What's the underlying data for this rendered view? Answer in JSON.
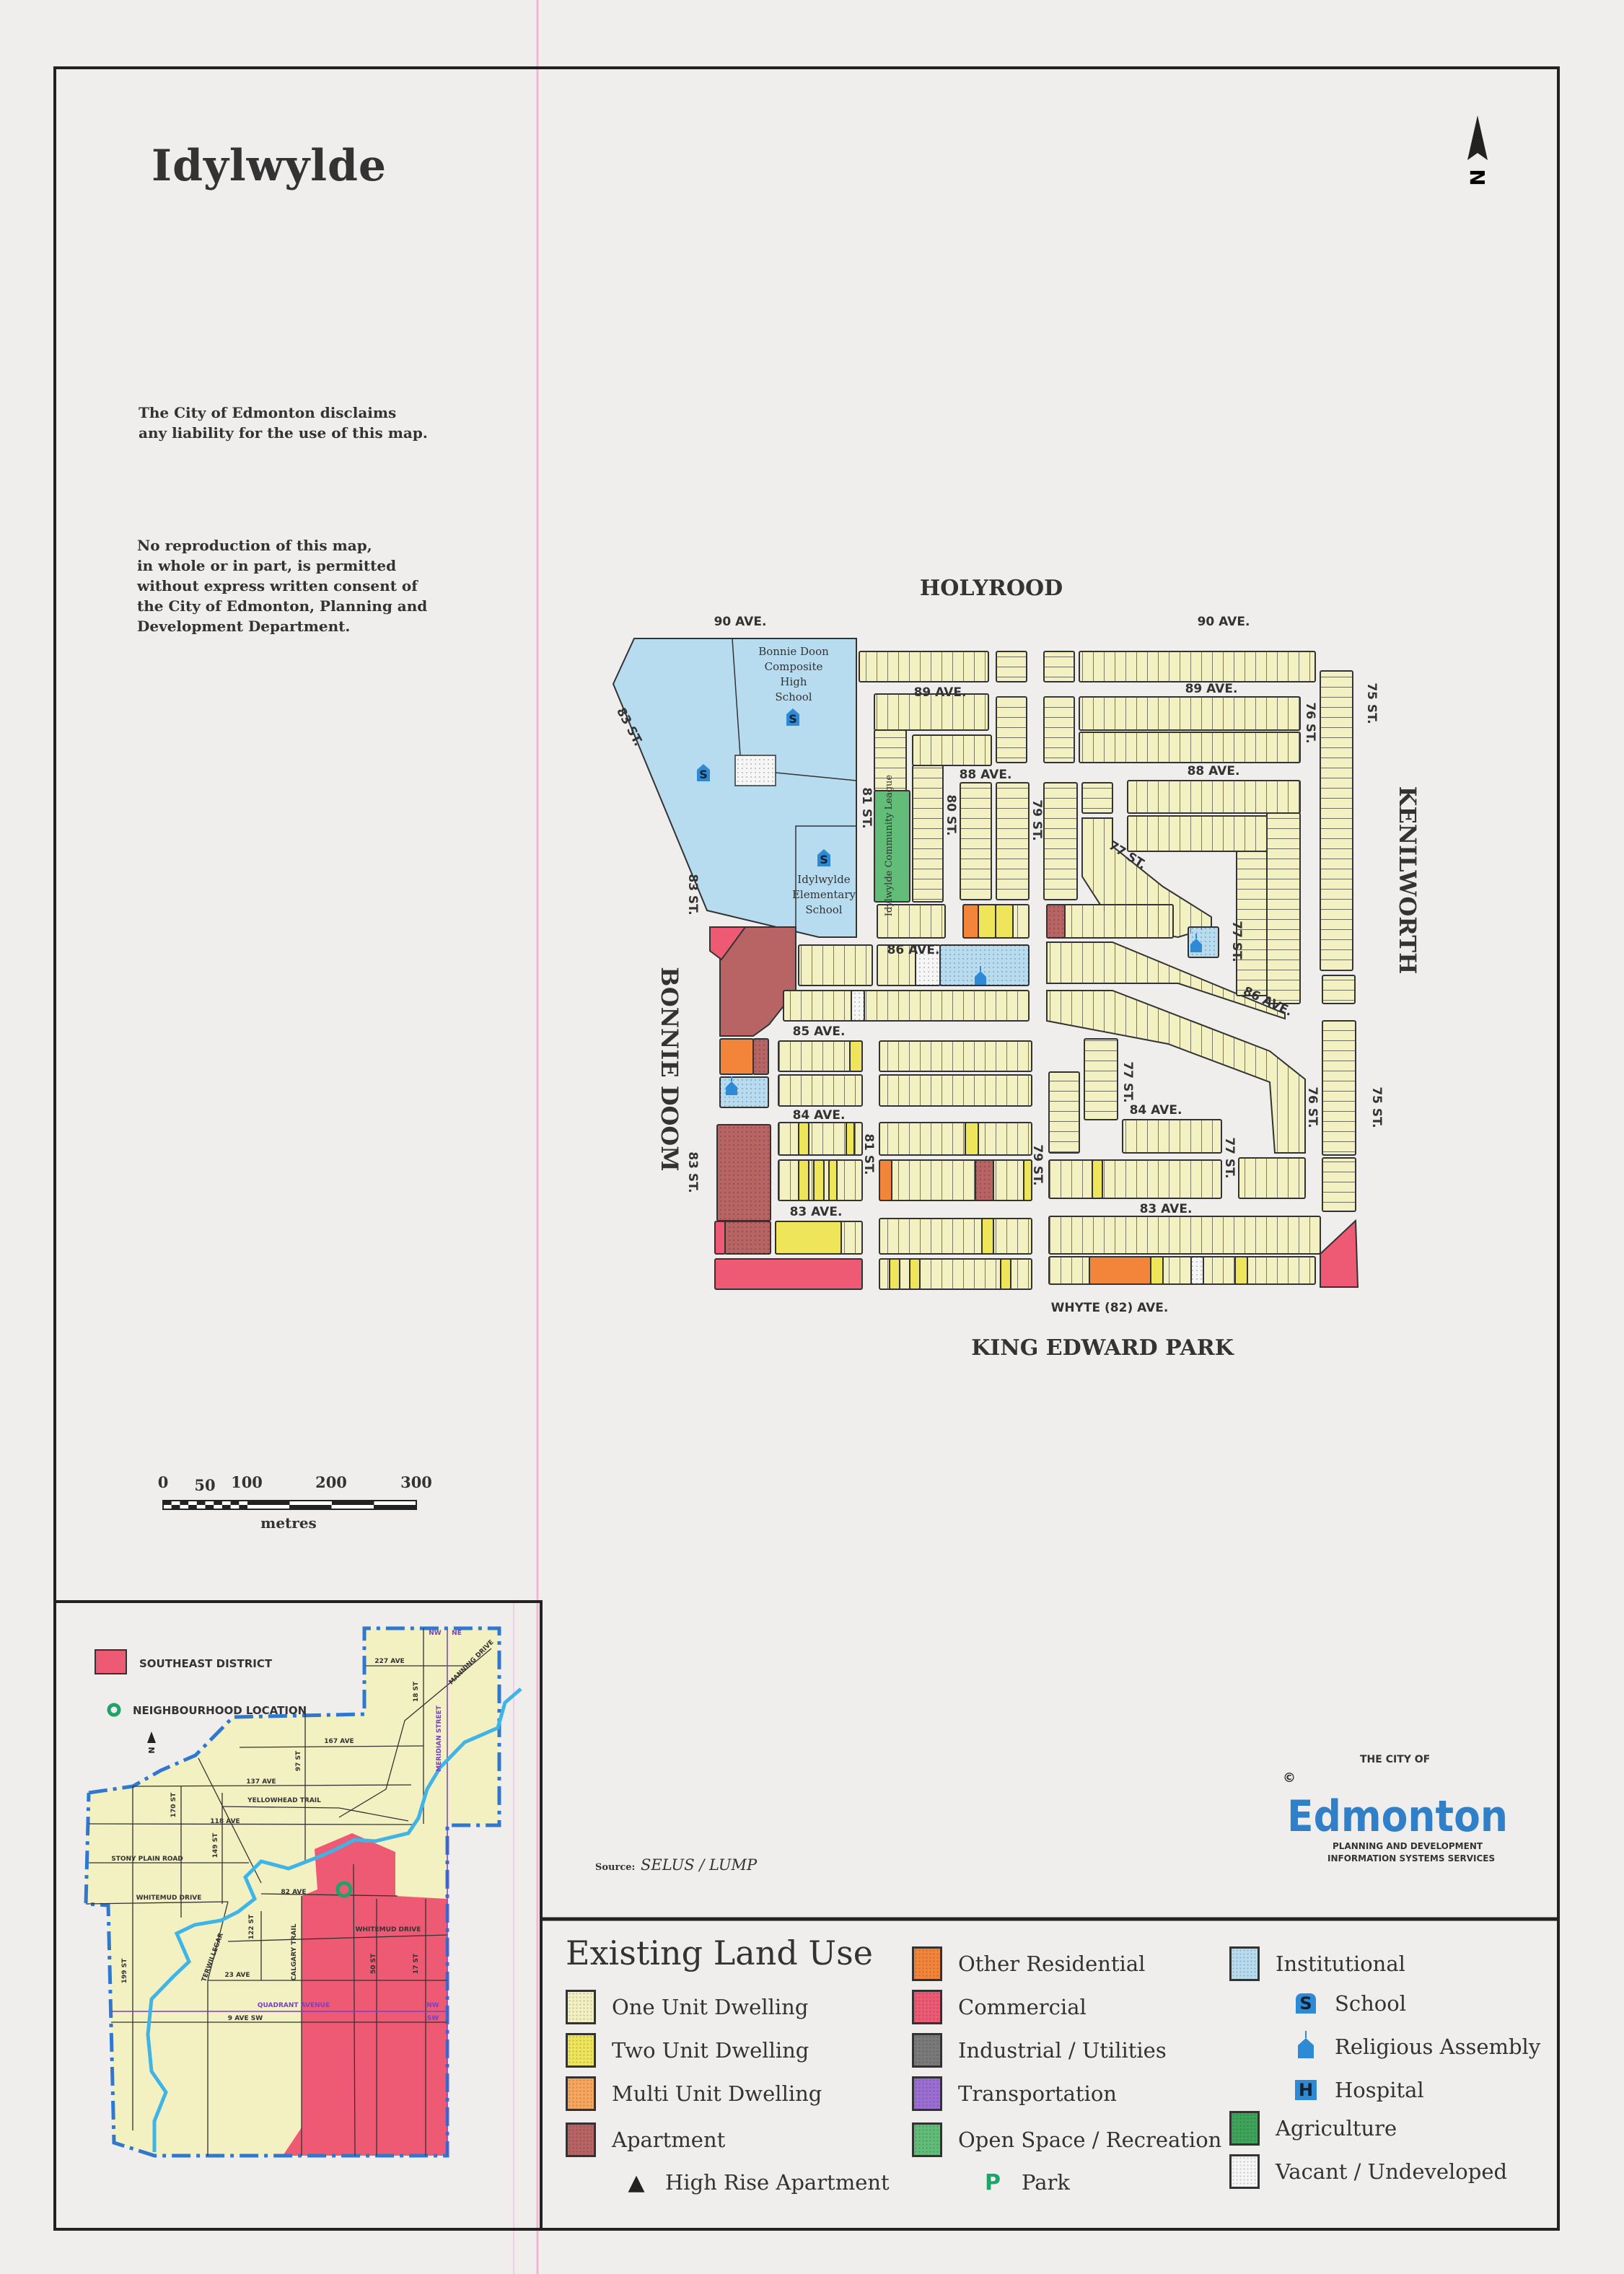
{
  "title": "Idylwylde",
  "north_label": "N",
  "disclaimer": [
    "The City of Edmonton disclaims",
    "any liability for the use of this map."
  ],
  "reproduction": [
    "No reproduction of this map,",
    "in whole or in part, is permitted",
    "without express written consent of",
    "the City of Edmonton, Planning and",
    "Development Department."
  ],
  "scale": {
    "ticks": [
      "0",
      "50",
      "100",
      "200",
      "300"
    ],
    "unit": "metres"
  },
  "source": {
    "label": "Source:",
    "value": "SELUS / LUMP"
  },
  "logo": {
    "copyright": "©",
    "top": "THE CITY OF",
    "name": "Edmonton",
    "line1": "PLANNING AND DEVELOPMENT",
    "line2": "INFORMATION SYSTEMS SERVICES"
  },
  "neighbourhoods": {
    "north": "HOLYROOD",
    "south": "KING EDWARD PARK",
    "west": "BONNIE DOOM",
    "east": "KENILWORTH"
  },
  "streets": {
    "ave90": "90 AVE.",
    "ave89": "89 AVE.",
    "ave88": "88 AVE.",
    "ave86": "86 AVE.",
    "ave85": "85 AVE.",
    "ave84": "84 AVE.",
    "ave83": "83 AVE.",
    "whyte": "WHYTE (82) AVE.",
    "st83": "83 ST.",
    "st81": "81 ST.",
    "st80": "80 ST.",
    "st79": "79 ST.",
    "st77": "77 ST.",
    "st76": "76 ST.",
    "st75": "75 ST."
  },
  "facilities": {
    "high_school": [
      "Bonnie Doon",
      "Composite",
      "High",
      "School"
    ],
    "elementary": [
      "Idylwylde",
      "Elementary",
      "School"
    ],
    "league": "Idylwylde Community League",
    "school_glyph": "S"
  },
  "colors": {
    "one_unit": "#f3f0c2",
    "two_unit": "#eee55a",
    "multi_unit": "#f7a65e",
    "apartment": "#b96464",
    "other_residential": "#f2853a",
    "commercial": "#ee5a73",
    "industrial": "#7a7a7a",
    "transportation": "#9b6fd2",
    "open_space": "#62bd78",
    "institutional": "#b8dcef",
    "agriculture": "#3fa35a",
    "vacant": "#f6f6f6",
    "symbol_blue": "#2f8ad6",
    "park_green": "#1fa36a",
    "river": "#3fb4e6",
    "boundary": "#2f78d0",
    "meridian": "#7a3fc8"
  },
  "legend": {
    "title": "Existing Land Use",
    "items": [
      {
        "label": "One Unit Dwelling",
        "key": "one_unit"
      },
      {
        "label": "Two Unit Dwelling",
        "key": "two_unit"
      },
      {
        "label": "Multi Unit Dwelling",
        "key": "multi_unit"
      },
      {
        "label": "Apartment",
        "key": "apartment"
      },
      {
        "label": "Other Residential",
        "key": "other_residential"
      },
      {
        "label": "Commercial",
        "key": "commercial"
      },
      {
        "label": "Industrial / Utilities",
        "key": "industrial"
      },
      {
        "label": "Transportation",
        "key": "transportation"
      },
      {
        "label": "Open Space / Recreation",
        "key": "open_space"
      },
      {
        "label": "Institutional",
        "key": "institutional"
      },
      {
        "label": "Agriculture",
        "key": "agriculture"
      },
      {
        "label": "Vacant / Undeveloped",
        "key": "vacant"
      }
    ],
    "symbols": [
      {
        "label": "School",
        "icon": "school-icon",
        "glyph": "S"
      },
      {
        "label": "Religious Assembly",
        "icon": "church-icon"
      },
      {
        "label": "Hospital",
        "icon": "hospital-icon",
        "glyph": "H"
      },
      {
        "label": "High Rise Apartment",
        "icon": "triangle-icon",
        "glyph": "▲"
      },
      {
        "label": "Park",
        "icon": "park-icon",
        "glyph": "P"
      }
    ]
  },
  "inset": {
    "district": "SOUTHEAST DISTRICT",
    "location": "NEIGHBOURHOOD LOCATION",
    "north": "N",
    "labels": {
      "a227": "227 AVE",
      "s18": "18 ST",
      "manning": "MANNING DRIVE",
      "a167": "167 AVE",
      "s97": "97 ST",
      "a137": "137 AVE",
      "yellowhead": "YELLOWHEAD TRAIL",
      "s170": "170 ST",
      "a118": "118 AVE",
      "s149": "149 ST",
      "stony": "STONY PLAIN ROAD",
      "whitemud_w": "WHITEMUD DRIVE",
      "a82": "82 AVE",
      "s122": "122 ST",
      "calgary": "CALGARY TRAIL",
      "terwillegar": "TERWILLEGAR",
      "s199": "199 ST",
      "a23": "23 AVE",
      "whitemud_e": "WHITEMUD DRIVE",
      "s50": "50 ST",
      "s17": "17 ST",
      "quadrant": "QUADRANT AVENUE",
      "a9sw": "9 AVE SW",
      "meridian": "MERIDIAN STREET",
      "nw1": "NW",
      "ne": "NE",
      "nw2": "NW",
      "sw": "SW"
    }
  }
}
